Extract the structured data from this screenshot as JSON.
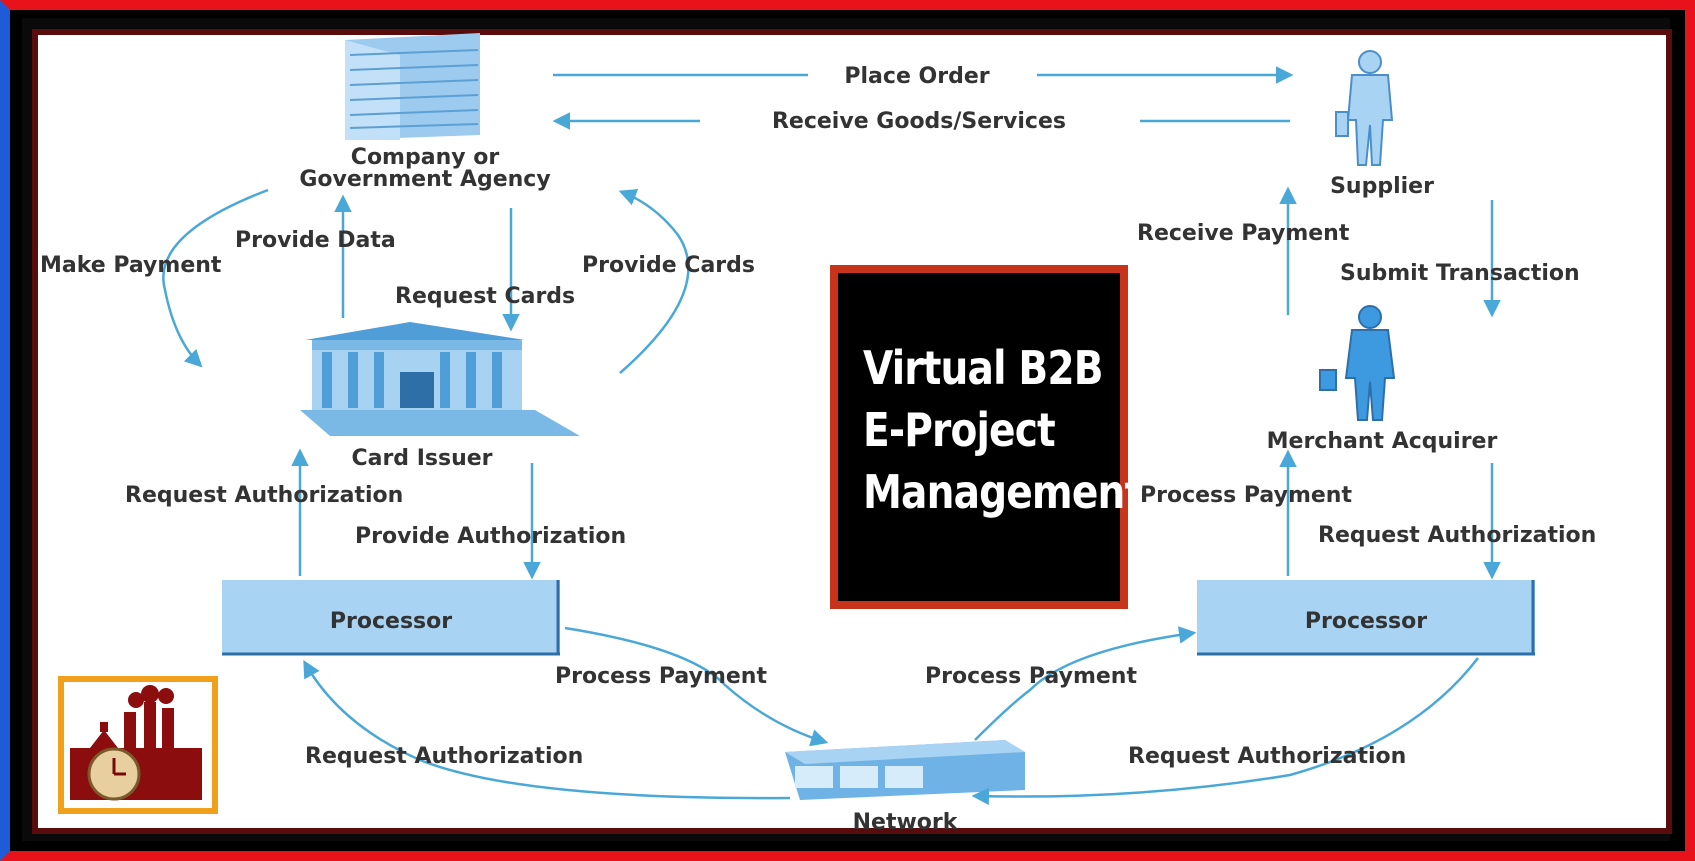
{
  "title": {
    "lines": [
      "Virtual B2B",
      "E-Project",
      "Management"
    ]
  },
  "nodes": {
    "company": "Company or",
    "company2": "Government Agency",
    "supplier": "Supplier",
    "card_issuer": "Card Issuer",
    "merchant_acquirer": "Merchant Acquirer",
    "processor_left": "Processor",
    "processor_right": "Processor",
    "network": "Network"
  },
  "edges": {
    "place_order": "Place Order",
    "receive_goods": "Receive Goods/Services",
    "make_payment": "Make Payment",
    "provide_data": "Provide Data",
    "request_cards": "Request Cards",
    "provide_cards": "Provide Cards",
    "receive_payment": "Receive Payment",
    "submit_transaction": "Submit Transaction",
    "request_authorization_left": "Request Authorization",
    "provide_authorization": "Provide Authorization",
    "process_payment_right_top": "Process Payment",
    "request_authorization_right": "Request Authorization",
    "process_payment_left": "Process Payment",
    "process_payment_right": "Process Payment",
    "request_authorization_bottom_left": "Request Authorization",
    "request_authorization_bottom_right": "Request Authorization"
  },
  "colors": {
    "arrow": "#4aa8d8",
    "box": "#a9d3f3",
    "box_border": "#2f6fa8",
    "frame_red": "#e8121b",
    "frame_blue": "#1e5bd6",
    "title_border": "#c8331b",
    "logo_border": "#f0a01a",
    "logo_fill": "#8b0d0d"
  },
  "icons": [
    "building-icon",
    "businessman-icon",
    "bank-icon",
    "network-icon",
    "factory-clock-logo"
  ]
}
